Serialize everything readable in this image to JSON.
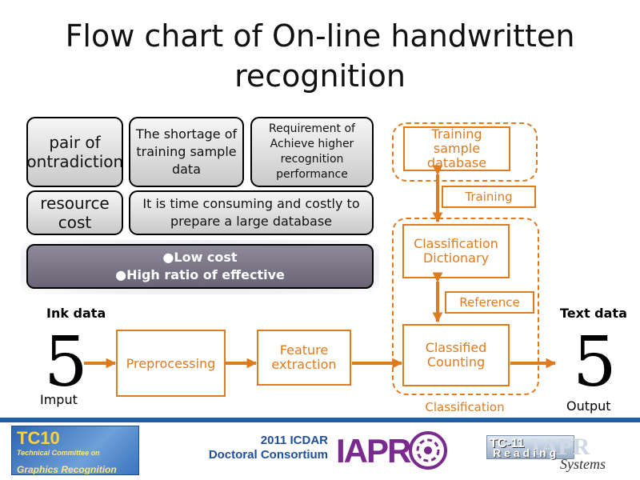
{
  "title": "Flow chart of On-line handwritten recognition",
  "problems": {
    "pair_of_contradictions": "pair of contradictions",
    "shortage": "The shortage of training sample data",
    "requirement": "Requirement of Achieve higher recognition performance",
    "resource_cost": "resource cost",
    "time_consuming": "It is time consuming and costly to prepare a large database"
  },
  "goals": {
    "low_cost": "●Low cost",
    "high_ratio": "●High ratio of effective"
  },
  "flow": {
    "ink_data_label": "Ink data",
    "input_digit": "5",
    "input_label": "Imput",
    "preprocessing": "Preprocessing",
    "feature_extraction": "Feature extraction",
    "training_db": "Training sample database",
    "training_label": "Training",
    "classification_dictionary": "Classification Dictionary",
    "reference_label": "Reference",
    "classified_counting": "Classified Counting",
    "classification_label": "Classification",
    "text_data_label": "Text data",
    "output_digit": "5",
    "output_label": "Output"
  },
  "footer": {
    "tc10_big": "TC10",
    "tc10_line1": "Technical Committee on",
    "tc10_line2": "Graphics Recognition",
    "icdar_line1": "2011 ICDAR",
    "icdar_line2": "Doctoral Consortium",
    "iapr": "IAPR",
    "tc11": "TC-11",
    "reading": "Reading",
    "systems": "Systems"
  },
  "colors": {
    "accent_orange": "#e07a1e",
    "footer_blue": "#1f5fa8"
  }
}
